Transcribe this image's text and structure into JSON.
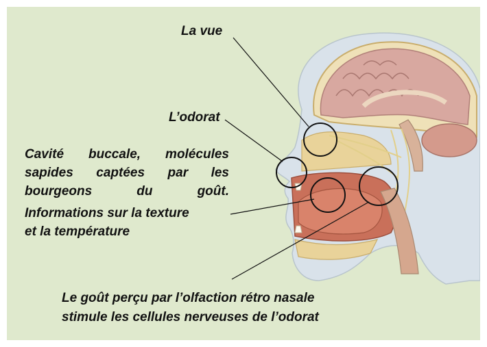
{
  "labels": {
    "vue": "La vue",
    "odorat": "L’odorat",
    "cavite": "Cavité buccale, molécules sapides captées par les bourgeons du goût.",
    "informations": "Informations sur la texture",
    "temperature": "et la température",
    "gout_line1": "Le goût perçu par l’olfaction rétro nasale",
    "gout_line2": "stimule les cellules nerveuses de l’odorat"
  },
  "colors": {
    "background": "#dfe9cd",
    "skin": "#d9e2ea",
    "brain": "#d8a8a0",
    "bone": "#e9d39a",
    "muscle": "#c9705a",
    "text": "#111111"
  }
}
